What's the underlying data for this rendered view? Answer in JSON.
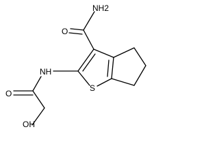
{
  "molecule": {
    "atoms": {
      "amide_nh2": "NH2",
      "amide_o": "O",
      "amine_nh": "NH",
      "carbonyl_o": "O",
      "hydroxyl": "OH",
      "ring_s": "S"
    }
  },
  "colors": {
    "bond": "#000000",
    "label": "#000000",
    "background": "#ffffff"
  }
}
